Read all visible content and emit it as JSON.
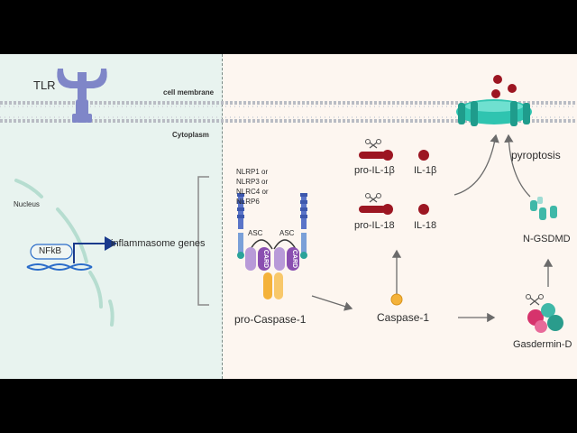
{
  "labels": {
    "tlr": "TLR",
    "cell_membrane": "cell membrane",
    "cytoplasm": "Cytoplasm",
    "nucleus": "Nucleus",
    "nfkb": "NFkB",
    "inflammasome_genes": "inflammasome genes",
    "nlrp_list": "NLRP1 or NLRP3 or NLRC4 or NLRP6",
    "asc_left": "ASC",
    "asc_right": "ASC",
    "card_left": "CARD",
    "card_right": "CARD",
    "pro_caspase": "pro-Caspase-1",
    "caspase": "Caspase-1",
    "pro_il1b": "pro-IL-1β",
    "il1b": "IL-1β",
    "pro_il18": "pro-IL-18",
    "il18": "IL-18",
    "pyroptosis": "pyroptosis",
    "n_gsdmd": "N-GSDMD",
    "gasdermin_d": "Gasdermin-D"
  },
  "colors": {
    "left_panel_bg": "#e8f3ef",
    "right_panel_bg": "#fdf6f0",
    "tlr_purple": "#7f86c8",
    "nlrp_blue": "#5a74c8",
    "card_purple": "#8a4fb0",
    "caspase_orange": "#f4b23a",
    "il_red": "#9c1622",
    "gsdmd_teal": "#3fb8a8",
    "pore_teal": "#2fc4b0",
    "dna_blue": "#2a6cc9",
    "nfkb_arrow": "#1a3a8c"
  }
}
